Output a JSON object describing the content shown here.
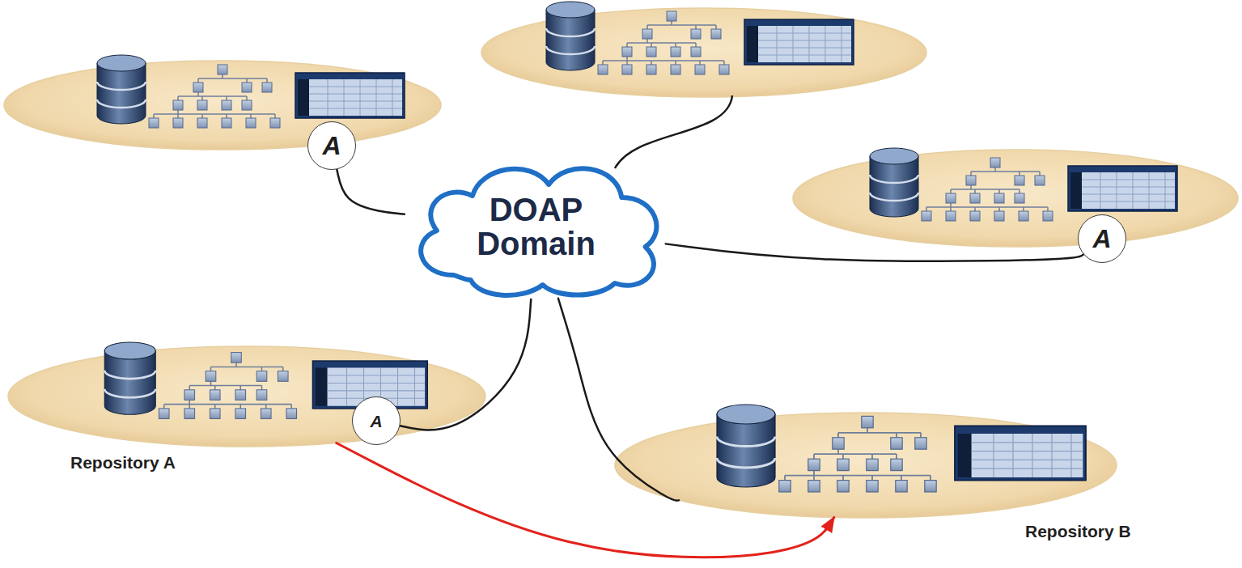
{
  "diagram": {
    "nodes": [
      {
        "text": [
          "DOAP Domain"
        ]
      },
      {
        "text": [
          "A"
        ]
      },
      {
        "text": [
          "A"
        ]
      },
      {
        "text": [
          "Repository A"
        ]
      },
      {
        "text": [
          "A"
        ],
        "in": 3
      },
      {
        "text": [
          "Repository B"
        ]
      }
    ],
    "edges": [
      {
        "from": 1,
        "to": 0,
        "arrow": "none"
      },
      {
        "from": 2,
        "to": 0,
        "arrow": "none"
      },
      {
        "from": 4,
        "to": 0,
        "arrow": "none"
      },
      {
        "from": 0,
        "to": 5,
        "arrow": "none"
      },
      {
        "from": 3,
        "to": 5,
        "arrow": "to"
      }
    ]
  }
}
